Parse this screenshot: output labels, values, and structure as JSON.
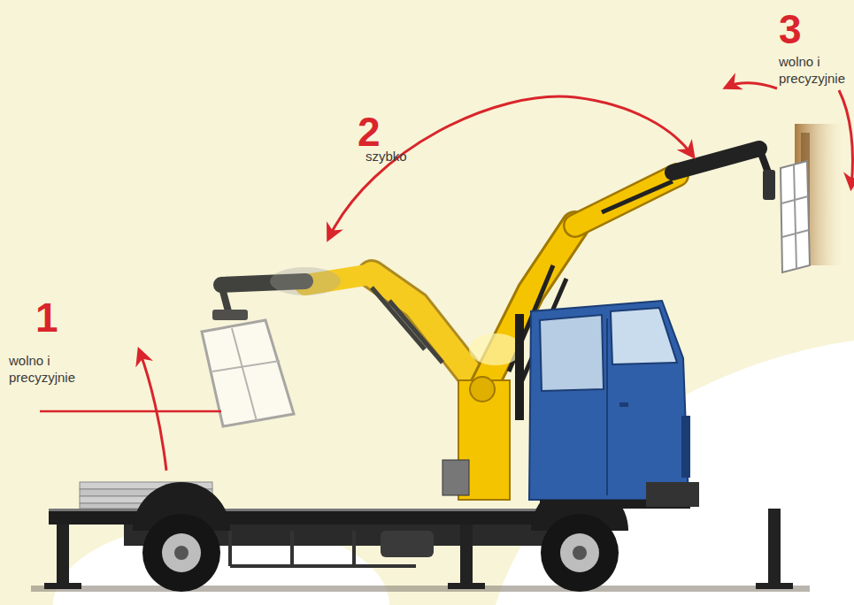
{
  "diagram": {
    "labels": [
      "1",
      "wolno i precyzyjnie",
      "2",
      "szybko",
      "3",
      "wolno i precyzyjnie"
    ]
  }
}
